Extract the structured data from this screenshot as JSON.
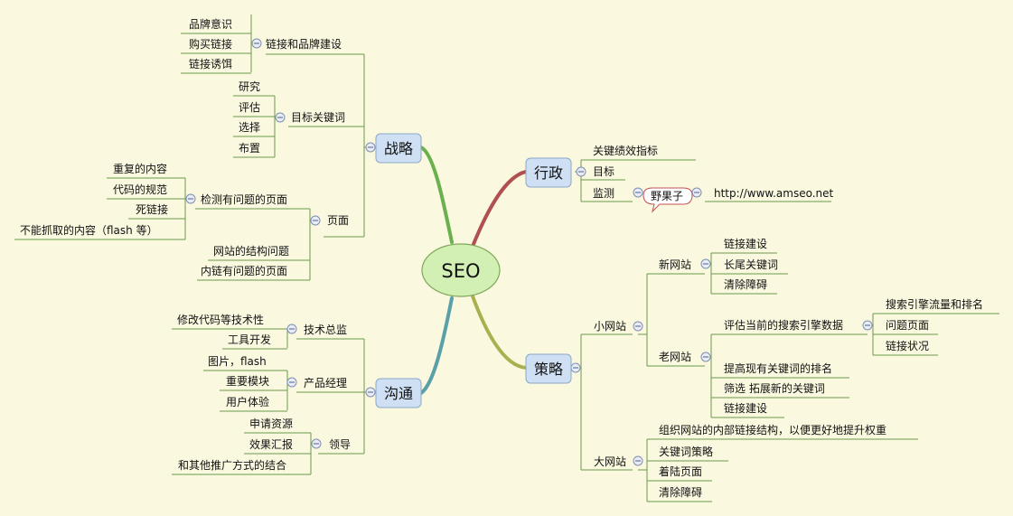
{
  "center": "SEO",
  "branches": {
    "zhanlue": {
      "label": "战略",
      "sections": {
        "brand": {
          "label": "链接和品牌建设",
          "items": [
            "品牌意识",
            "购买链接",
            "链接诱饵"
          ]
        },
        "keyword": {
          "label": "目标关键词",
          "items": [
            "研究",
            "评估",
            "选择",
            "布置"
          ]
        },
        "page": {
          "label": "页面",
          "problem": {
            "label": "检测有问题的页面",
            "items": [
              "重复的内容",
              "代码的规范",
              "死链接",
              "不能抓取的内容（flash 等）"
            ]
          },
          "items": [
            "网站的结构问题",
            "内链有问题的页面"
          ]
        }
      }
    },
    "goutong": {
      "label": "沟通",
      "sections": {
        "tech": {
          "label": "技术总监",
          "items": [
            "修改代码等技术性",
            "工具开发"
          ]
        },
        "pm": {
          "label": "产品经理",
          "items": [
            "图片，flash",
            "重要模块",
            "用户体验"
          ]
        },
        "lead": {
          "label": "领导",
          "items": [
            "申请资源",
            "效果汇报",
            "和其他推广方式的结合"
          ]
        }
      }
    },
    "xingzheng": {
      "label": "行政",
      "items": [
        "关键绩效指标",
        "目标"
      ],
      "monitor": {
        "label": "监测",
        "callout": "野果子",
        "url": "http://www.amseo.net"
      }
    },
    "celue": {
      "label": "策略",
      "small": {
        "label": "小网站",
        "new": {
          "label": "新网站",
          "items": [
            "链接建设",
            "长尾关键词",
            "清除障碍"
          ]
        },
        "old": {
          "label": "老网站",
          "assess": {
            "label": "评估当前的搜索引擎数据",
            "items": [
              "搜索引擎流量和排名",
              "问题页面",
              "链接状况"
            ]
          },
          "items": [
            "提高现有关键词的排名",
            "筛选 拓展新的关键词",
            "链接建设"
          ]
        }
      },
      "large": {
        "label": "大网站",
        "items": [
          "组织网站的内部链接结构，以便更好地提升权重",
          "关键词策略",
          "着陆页面",
          "清除障碍"
        ]
      }
    }
  },
  "colors": {
    "background": "#fbf8e0",
    "line": "#6a9a4a",
    "main_fill": "#cfe0f4",
    "main_border": "#8aa8c8",
    "center_fill": "#d2efb4",
    "center_border": "#7fa85a",
    "branch_zhanlue": "#6ab04c",
    "branch_goutong": "#5aa0a8",
    "branch_xingzheng": "#b05050",
    "branch_celue": "#a8b050",
    "callout_border": "#c05050",
    "collapse_icon": "#8090b0"
  }
}
